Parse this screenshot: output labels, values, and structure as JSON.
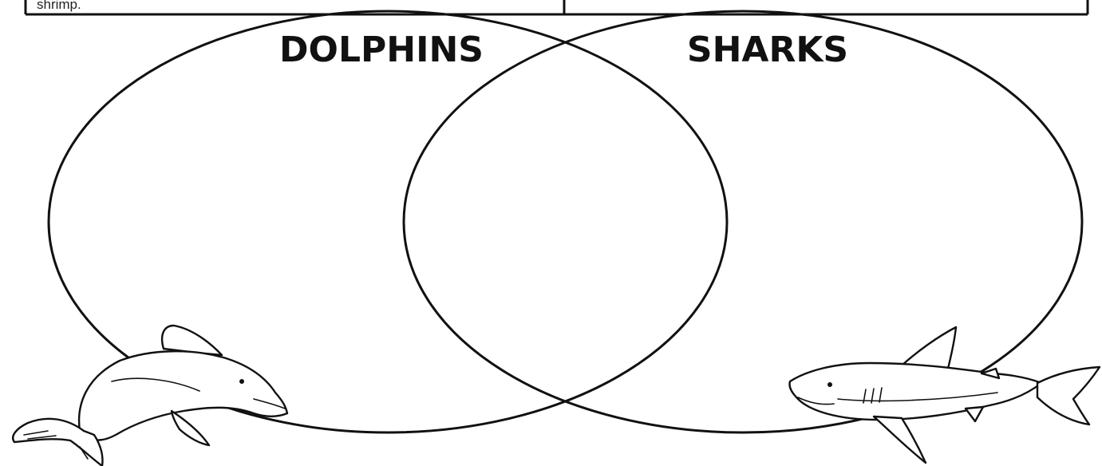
{
  "top_table": {
    "left_cell_text": "shrimp."
  },
  "venn": {
    "left_title": "DOLPHINS",
    "right_title": "SHARKS"
  },
  "icons": {
    "left": "dolphin-icon",
    "right": "shark-icon"
  }
}
